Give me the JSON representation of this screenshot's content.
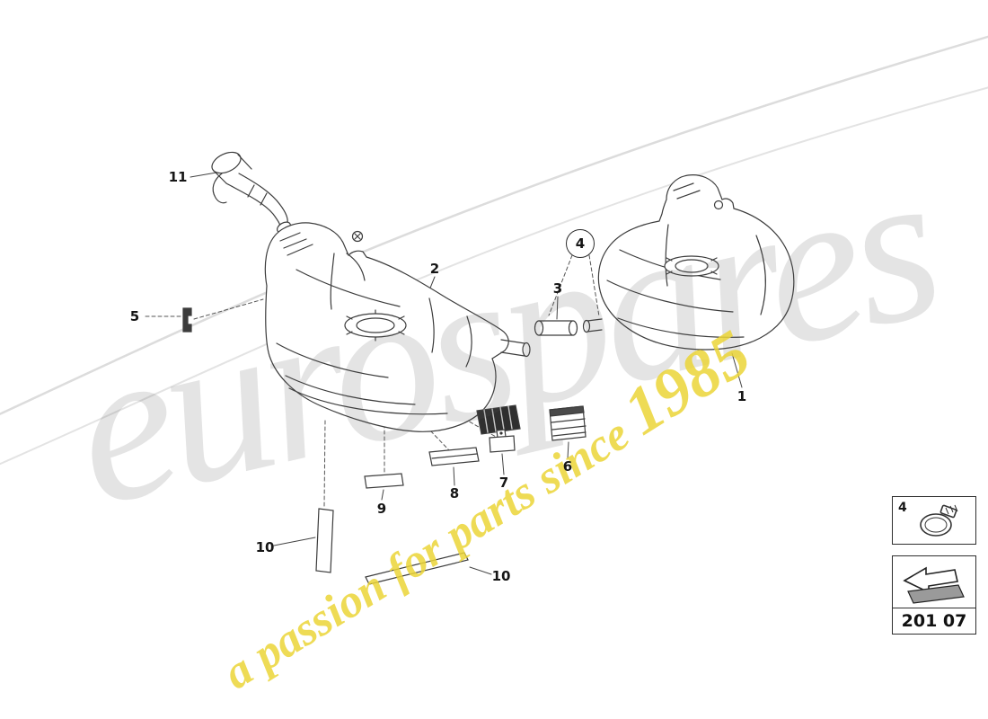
{
  "page": {
    "type": "technical-parts-diagram",
    "subject": "fuel tank"
  },
  "watermark": {
    "brand": "eurospares",
    "tagline_main": "a passion for parts since ",
    "tagline_year": "1985"
  },
  "callouts": [
    {
      "label": "11"
    },
    {
      "label": "5"
    },
    {
      "label": "2"
    },
    {
      "label": "4"
    },
    {
      "label": "3"
    },
    {
      "label": "1"
    },
    {
      "label": "6"
    },
    {
      "label": "7"
    },
    {
      "label": "8"
    },
    {
      "label": "9"
    },
    {
      "label": "10"
    },
    {
      "label": "10"
    }
  ],
  "legend": {
    "clamp_item_label": "4",
    "part_code": "201 07"
  },
  "colors": {
    "line": "#3c3c3c",
    "watermark_gray": "#e2e2e2",
    "tagline_yellow": "#ebd537"
  }
}
